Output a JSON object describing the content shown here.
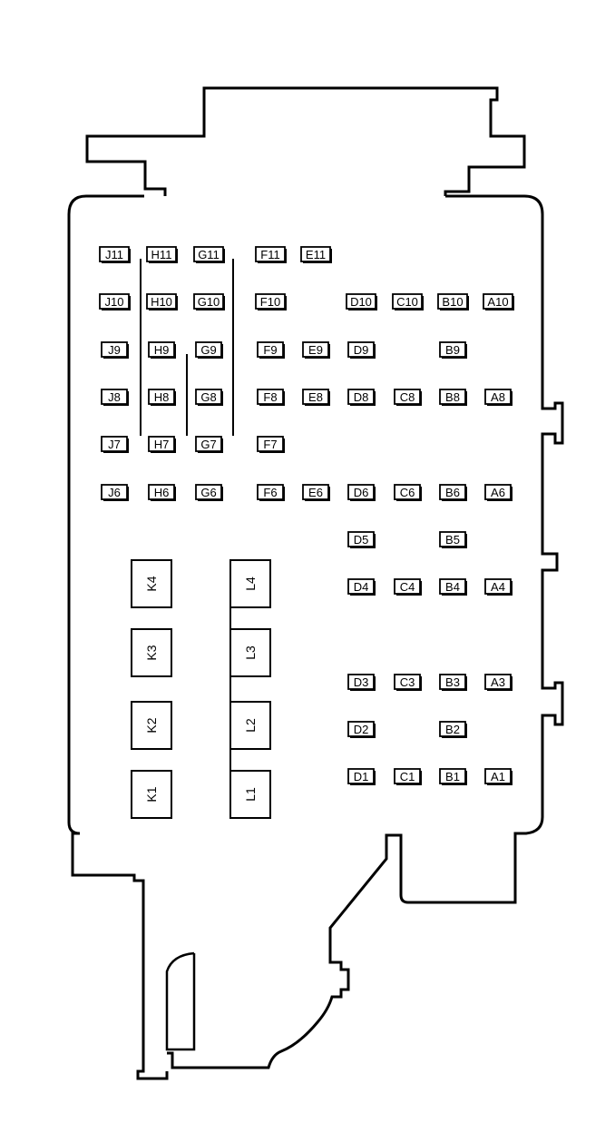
{
  "fuses": [
    {
      "id": "J11"
    },
    {
      "id": "H11"
    },
    {
      "id": "G11"
    },
    {
      "id": "F11"
    },
    {
      "id": "E11"
    },
    {
      "id": "J10"
    },
    {
      "id": "H10"
    },
    {
      "id": "G10"
    },
    {
      "id": "F10"
    },
    {
      "id": "D10"
    },
    {
      "id": "C10"
    },
    {
      "id": "B10"
    },
    {
      "id": "A10"
    },
    {
      "id": "J9"
    },
    {
      "id": "H9"
    },
    {
      "id": "G9"
    },
    {
      "id": "F9"
    },
    {
      "id": "E9"
    },
    {
      "id": "D9"
    },
    {
      "id": "B9"
    },
    {
      "id": "J8"
    },
    {
      "id": "H8"
    },
    {
      "id": "G8"
    },
    {
      "id": "F8"
    },
    {
      "id": "E8"
    },
    {
      "id": "D8"
    },
    {
      "id": "C8"
    },
    {
      "id": "B8"
    },
    {
      "id": "A8"
    },
    {
      "id": "J7"
    },
    {
      "id": "H7"
    },
    {
      "id": "G7"
    },
    {
      "id": "F7"
    },
    {
      "id": "J6"
    },
    {
      "id": "H6"
    },
    {
      "id": "G6"
    },
    {
      "id": "F6"
    },
    {
      "id": "E6"
    },
    {
      "id": "D6"
    },
    {
      "id": "C6"
    },
    {
      "id": "B6"
    },
    {
      "id": "A6"
    },
    {
      "id": "D5"
    },
    {
      "id": "B5"
    },
    {
      "id": "D4"
    },
    {
      "id": "C4"
    },
    {
      "id": "B4"
    },
    {
      "id": "A4"
    },
    {
      "id": "D3"
    },
    {
      "id": "C3"
    },
    {
      "id": "B3"
    },
    {
      "id": "A3"
    },
    {
      "id": "D2"
    },
    {
      "id": "B2"
    },
    {
      "id": "D1"
    },
    {
      "id": "C1"
    },
    {
      "id": "B1"
    },
    {
      "id": "A1"
    }
  ],
  "relays": [
    {
      "id": "K4"
    },
    {
      "id": "K3"
    },
    {
      "id": "K2"
    },
    {
      "id": "K1"
    },
    {
      "id": "L4"
    },
    {
      "id": "L3"
    },
    {
      "id": "L2"
    },
    {
      "id": "L1"
    }
  ]
}
